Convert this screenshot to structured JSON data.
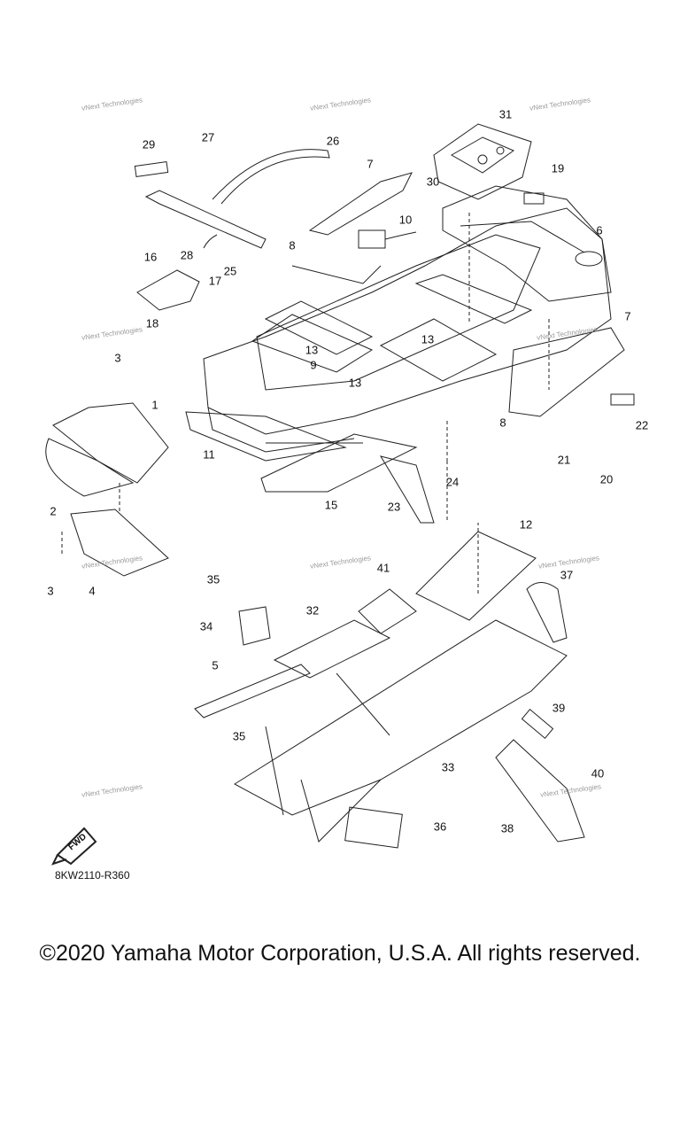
{
  "diagram": {
    "callouts": [
      "1",
      "2",
      "3",
      "3",
      "4",
      "5",
      "6",
      "7",
      "7",
      "8",
      "8",
      "9",
      "10",
      "11",
      "12",
      "13",
      "13",
      "13",
      "15",
      "16",
      "17",
      "18",
      "19",
      "20",
      "21",
      "22",
      "23",
      "24",
      "25",
      "26",
      "27",
      "28",
      "29",
      "30",
      "31",
      "32",
      "33",
      "34",
      "35",
      "35",
      "36",
      "37",
      "38",
      "39",
      "40",
      "41"
    ],
    "watermark_text": "vNext Technologies",
    "fwd_label": "FWD",
    "diagram_code": "8KW2110-R360"
  },
  "footer": {
    "copyright": "©2020 Yamaha Motor Corporation, U.S.A. All rights reserved."
  }
}
